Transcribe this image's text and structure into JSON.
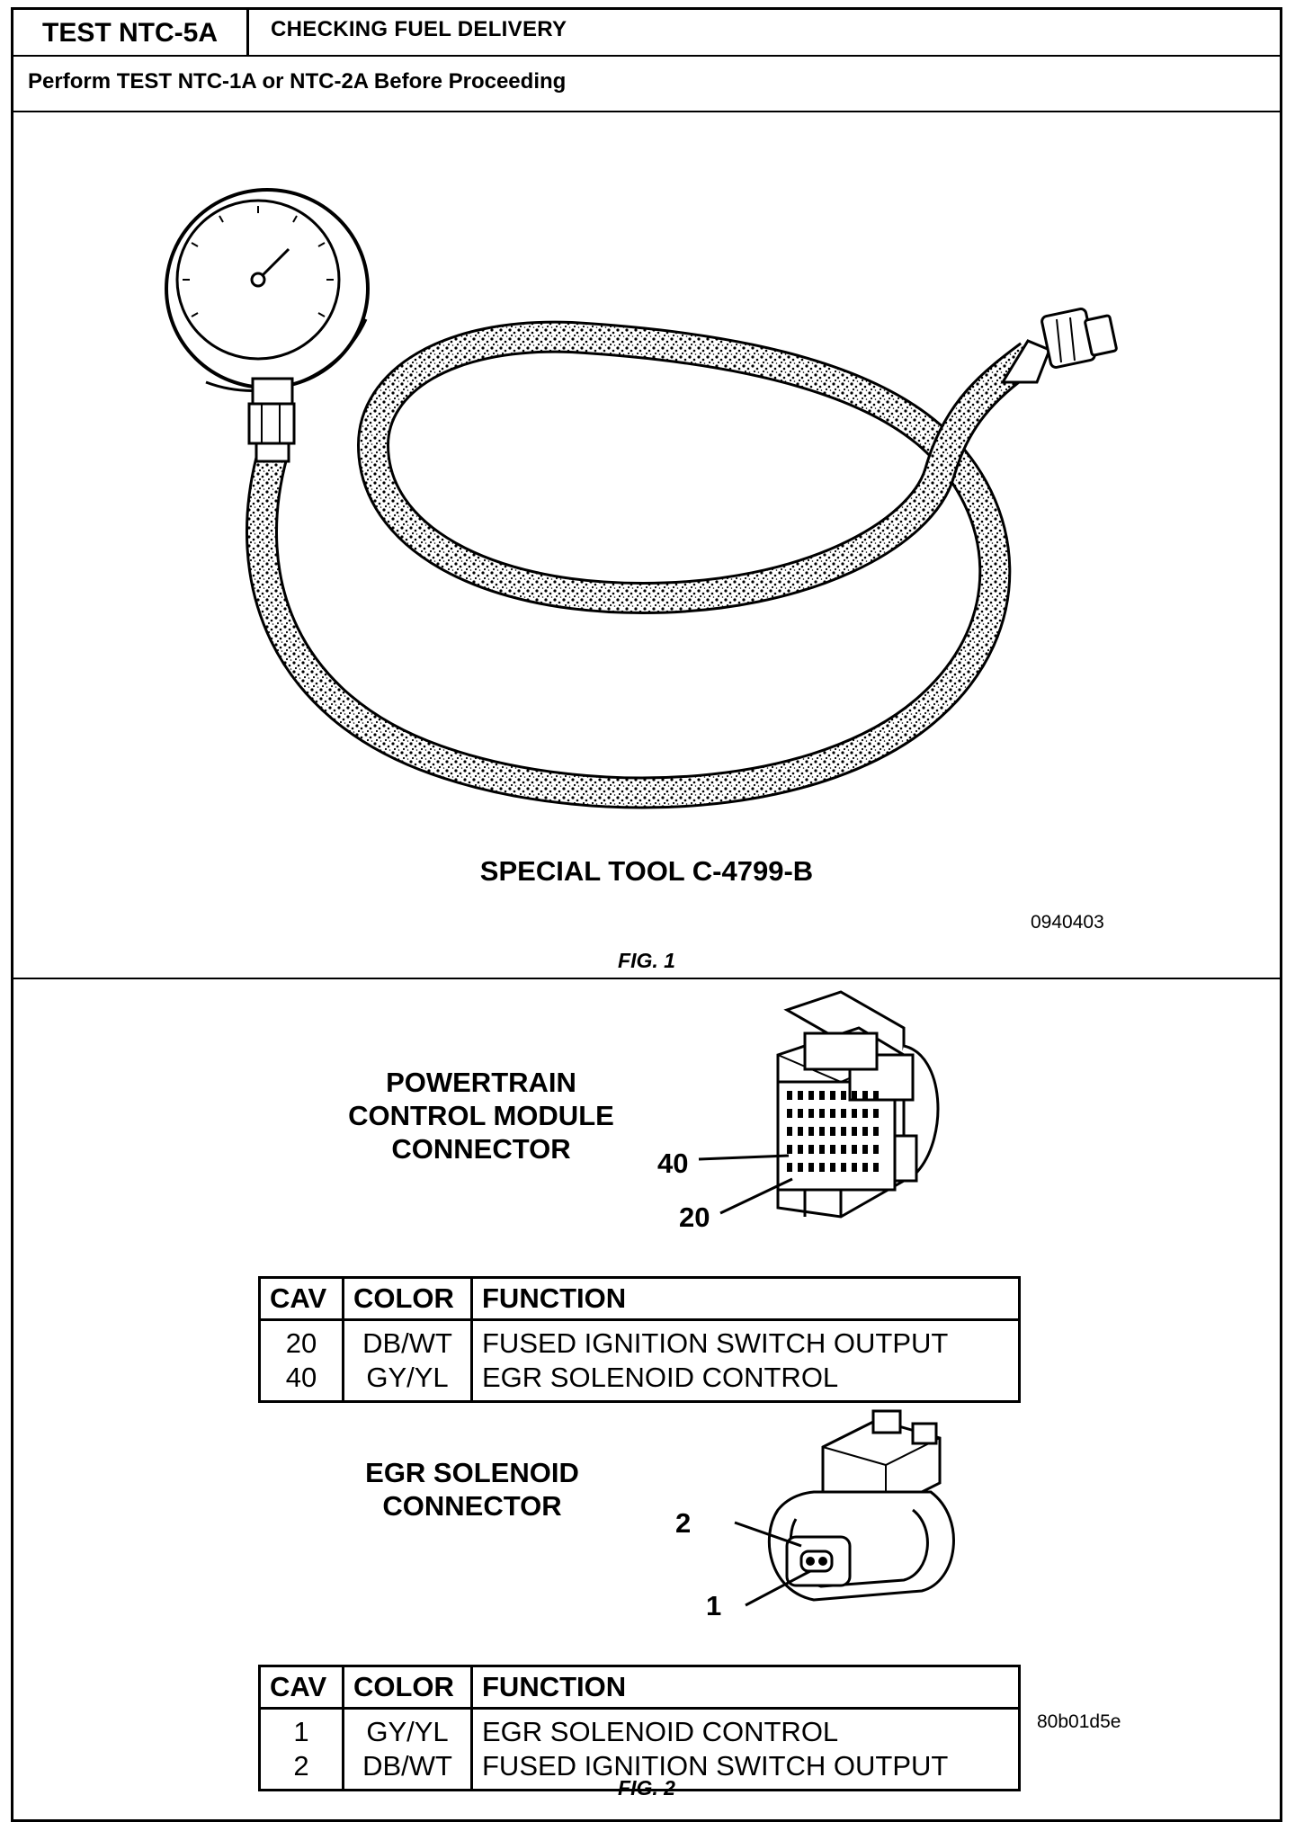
{
  "header": {
    "test_id": "TEST NTC-5A",
    "test_title": "CHECKING FUEL DELIVERY",
    "prerequisite": "Perform TEST NTC-1A or NTC-2A Before Proceeding"
  },
  "figure1": {
    "caption": "SPECIAL TOOL C-4799-B",
    "image_code": "0940403",
    "label": "FIG. 1"
  },
  "figure2": {
    "pcm_connector": {
      "title_lines": [
        "POWERTRAIN",
        "CONTROL MODULE",
        "CONNECTOR"
      ],
      "callouts": [
        "40",
        "20"
      ],
      "table": {
        "headers": [
          "CAV",
          "COLOR",
          "FUNCTION"
        ],
        "rows": [
          {
            "cav": "20",
            "color": "DB/WT",
            "function": "FUSED IGNITION SWITCH OUTPUT"
          },
          {
            "cav": "40",
            "color": "GY/YL",
            "function": "EGR SOLENOID CONTROL"
          }
        ]
      }
    },
    "egr_connector": {
      "title_lines": [
        "EGR SOLENOID",
        "CONNECTOR"
      ],
      "callouts": [
        "2",
        "1"
      ],
      "table": {
        "headers": [
          "CAV",
          "COLOR",
          "FUNCTION"
        ],
        "rows": [
          {
            "cav": "1",
            "color": "GY/YL",
            "function": "EGR SOLENOID CONTROL"
          },
          {
            "cav": "2",
            "color": "DB/WT",
            "function": "FUSED IGNITION SWITCH OUTPUT"
          }
        ]
      }
    },
    "image_code": "80b01d5e",
    "label": "FIG. 2"
  }
}
